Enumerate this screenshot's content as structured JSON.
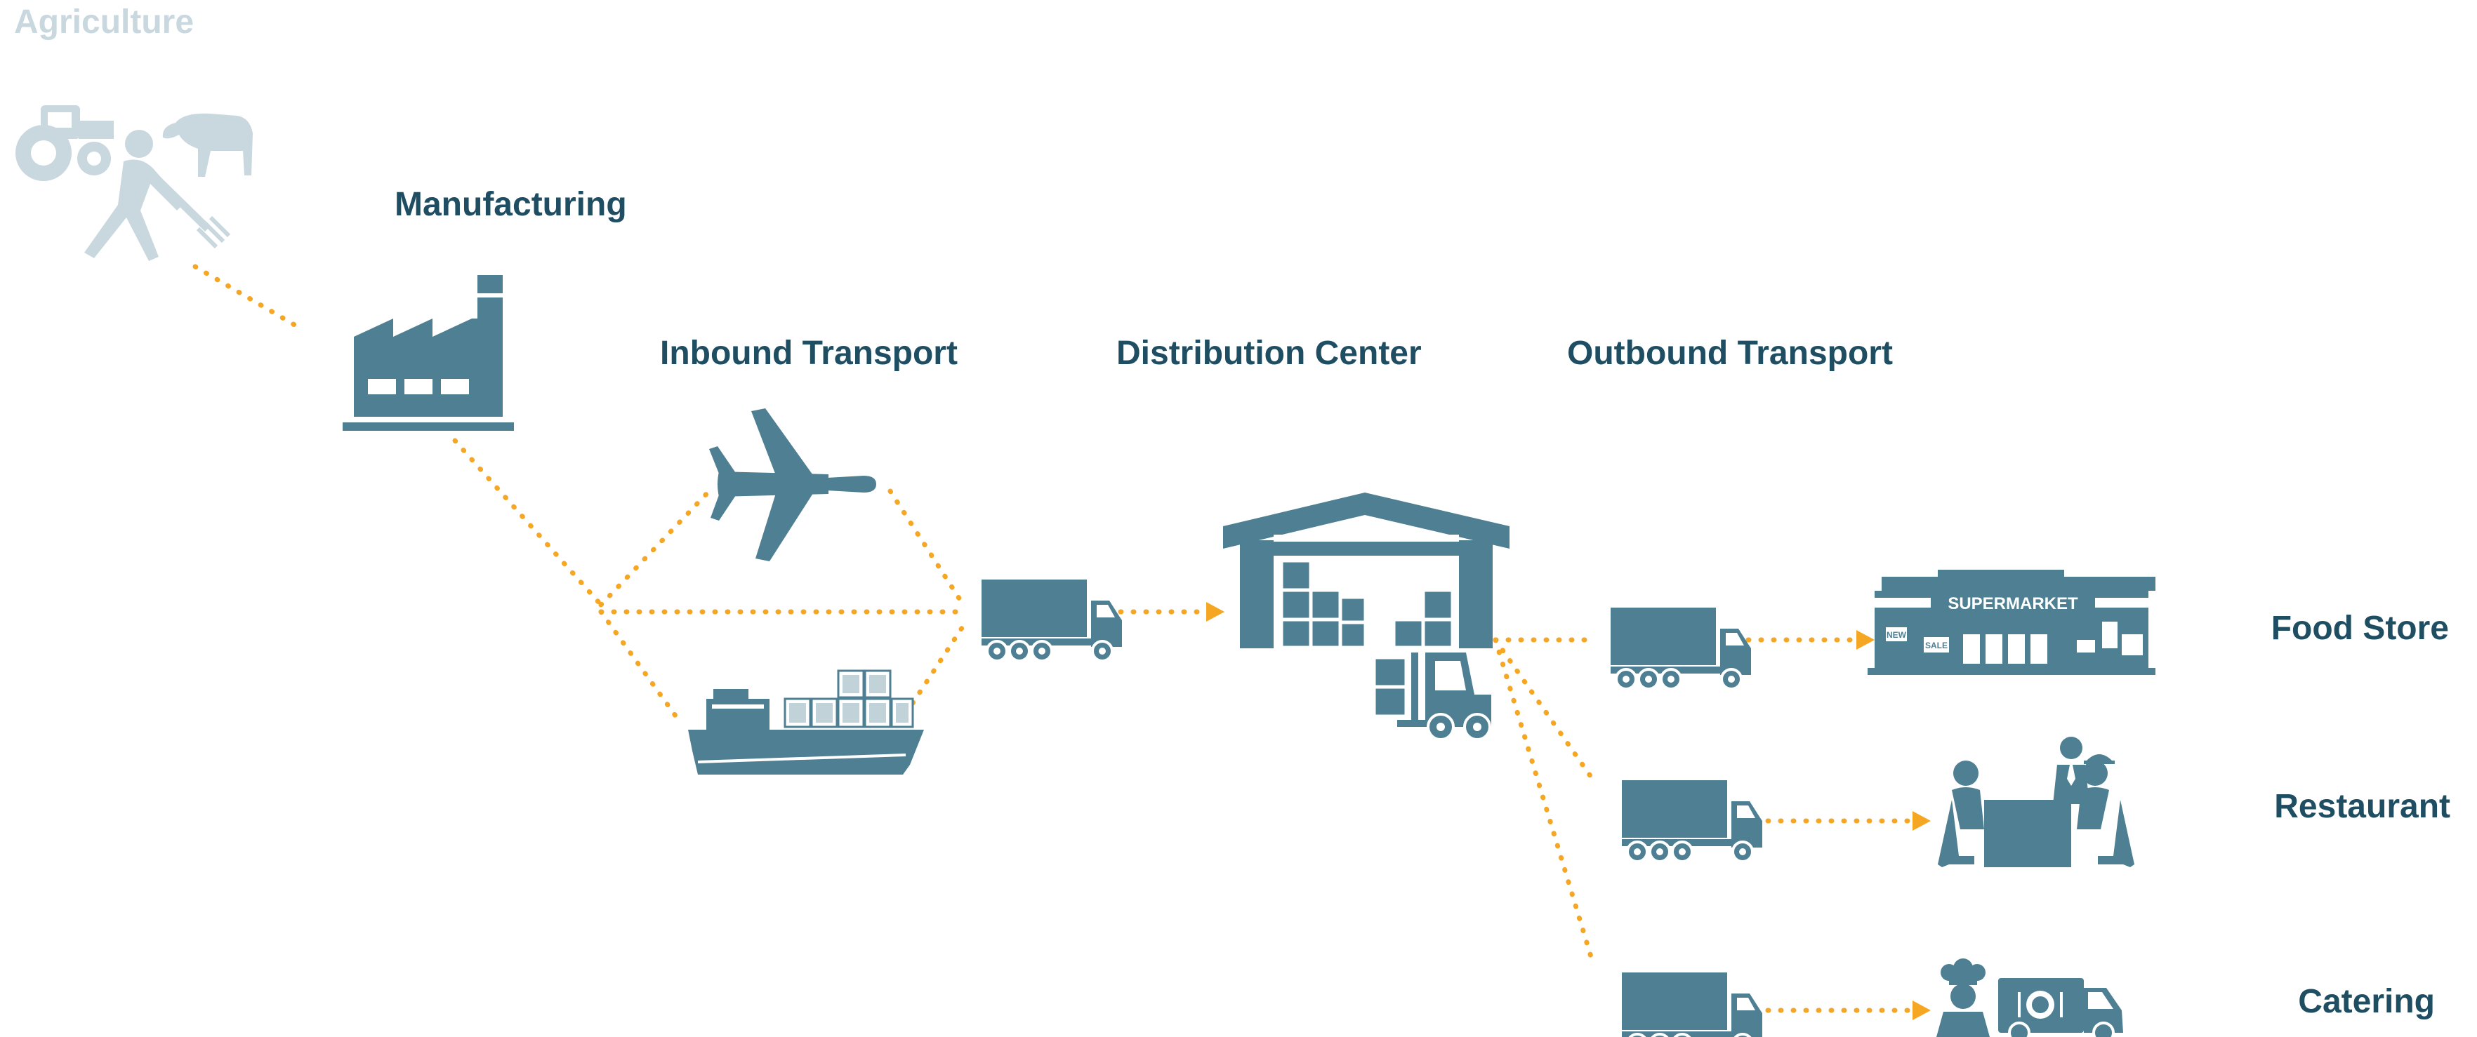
{
  "stages": {
    "agriculture": "Agriculture",
    "manufacturing": "Manufacturing",
    "inbound_transport": "Inbound Transport",
    "distribution_center": "Distribution Center",
    "outbound_transport": "Outbound Transport"
  },
  "destinations": {
    "food_store": "Food Store",
    "restaurant": "Restaurant",
    "catering": "Catering"
  },
  "icon_text": {
    "supermarket_sign": "SUPERMARKET",
    "new_tag": "NEW",
    "sale_tag": "SALE"
  },
  "icons": [
    "tractor-icon",
    "farmer-icon",
    "cow-icon",
    "factory-icon",
    "airplane-icon",
    "cargo-ship-icon",
    "truck-icon",
    "warehouse-icon",
    "forklift-icon",
    "supermarket-icon",
    "restaurant-icon",
    "chef-icon",
    "catering-van-icon"
  ],
  "colors": {
    "icon": "#4E7F92",
    "label": "#1F4E63",
    "agriculture_faded": "#C9D8DE",
    "connector": "#F5A623"
  }
}
